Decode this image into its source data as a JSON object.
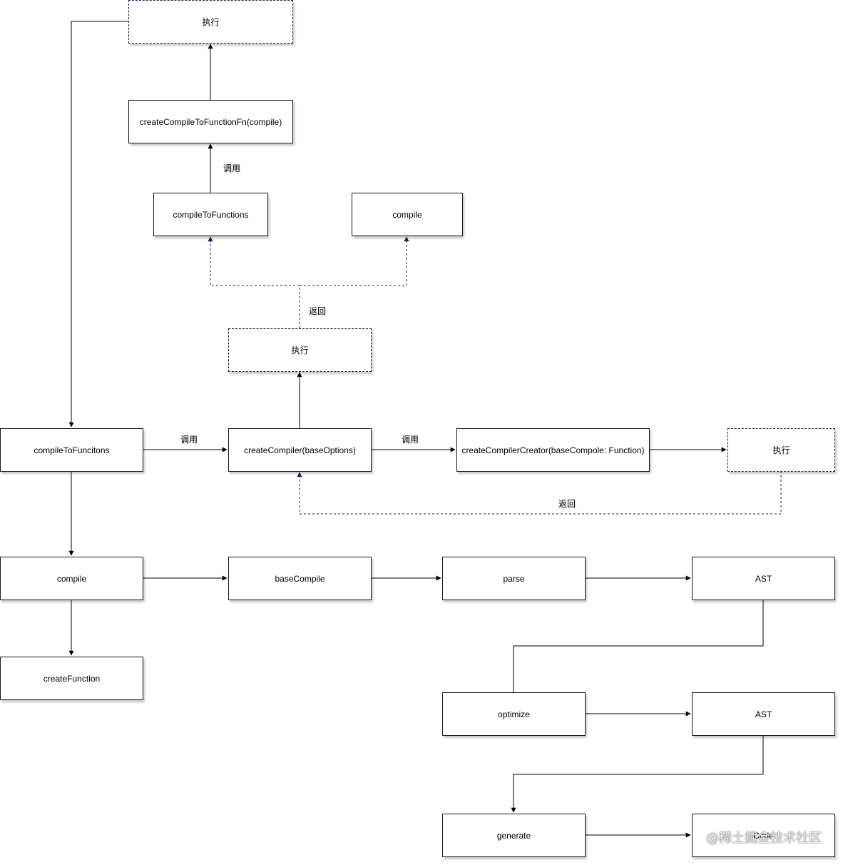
{
  "nodes": {
    "exec_top": "执行",
    "create_compile_to_function_fn": "createCompileToFunctionFn(compile)",
    "compile_to_functions": "compileToFunctions",
    "compile_returned": "compile",
    "exec_mid": "执行",
    "compile_to_funcitons": "compileToFuncitons",
    "create_compiler": "createCompiler(baseOptions)",
    "create_compiler_creator": "createCompilerCreator(baseCompole: Function)",
    "exec_right": "执行",
    "compile": "compile",
    "base_compile": "baseCompile",
    "parse": "parse",
    "ast_1": "AST",
    "create_function": "createFunction",
    "optimize": "optimize",
    "ast_2": "AST",
    "generate": "generate",
    "code": "Code"
  },
  "edge_labels": {
    "call_1": "调用",
    "return_1": "返回",
    "call_2": "调用",
    "call_3": "调用",
    "return_2": "返回"
  },
  "watermark": "@稀土掘金技术社区",
  "colors": {
    "solid_edge": "#000000",
    "dashed_edge": "#1a1a5a"
  }
}
